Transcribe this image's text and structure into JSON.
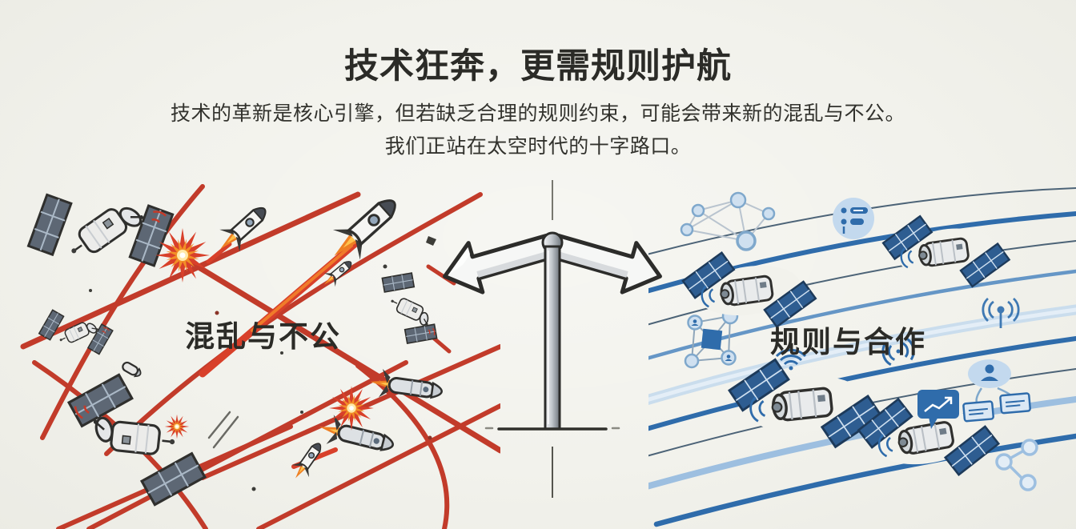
{
  "header": {
    "title": "技术狂奔，更需规则护航",
    "subtitle_line1": "技术的革新是核心引擎，但若缺乏合理的规则约束，可能会带来新的混乱与不公。",
    "subtitle_line2": "我们正站在太空时代的十字路口。"
  },
  "scenes": {
    "left": {
      "label": "混乱与不公",
      "theme_color": "#c23b2a",
      "icons": [
        "satellite-icon",
        "rocket-icon",
        "missile-icon",
        "explosion-icon",
        "debris-icon",
        "signal-waves-icon",
        "chaos-lines"
      ]
    },
    "center": {
      "icons": [
        "signpost-icon",
        "left-arrow-sign",
        "right-arrow-sign",
        "divider-line",
        "ground-line"
      ]
    },
    "right": {
      "label": "规则与合作",
      "theme_color": "#2f6cab",
      "icons": [
        "satellite-icon",
        "orbit-lines",
        "network-graph-icon",
        "checklist-circle-icon",
        "wifi-icon",
        "antenna-broadcast-icon",
        "chart-bubble-icon",
        "collaboration-icon",
        "share-icon"
      ]
    }
  },
  "colors": {
    "background": "#f2f2ec",
    "text": "#2d2d28",
    "chaos_red": "#c23b2a",
    "flame_orange": "#ee7f23",
    "order_blue": "#2f6cab",
    "order_blue_light": "#9dbfe0",
    "order_band": "#cadded",
    "metal_gray": "#9aa0a6"
  }
}
